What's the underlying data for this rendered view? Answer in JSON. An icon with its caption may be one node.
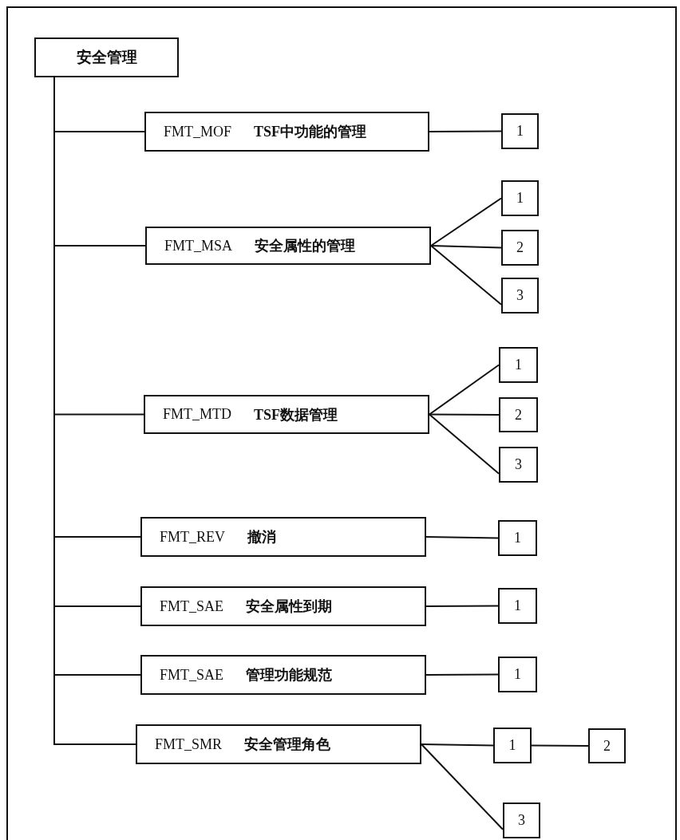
{
  "diagram": {
    "nodes": [
      {
        "text": [
          "安全管理"
        ]
      },
      {
        "text": [
          "FMT_MOF",
          "TSF中功能的管理"
        ]
      },
      {
        "text": [
          "1"
        ]
      },
      {
        "text": [
          "FMT_MSA",
          "安全属性的管理"
        ]
      },
      {
        "text": [
          "1"
        ]
      },
      {
        "text": [
          "2"
        ]
      },
      {
        "text": [
          "3"
        ]
      },
      {
        "text": [
          "FMT_MTD",
          "TSF数据管理"
        ]
      },
      {
        "text": [
          "1"
        ]
      },
      {
        "text": [
          "2"
        ]
      },
      {
        "text": [
          "3"
        ]
      },
      {
        "text": [
          "FMT_REV",
          "撤消"
        ]
      },
      {
        "text": [
          "1"
        ]
      },
      {
        "text": [
          "FMT_SAE",
          "安全属性到期"
        ]
      },
      {
        "text": [
          "1"
        ]
      },
      {
        "text": [
          "FMT_SAE",
          "管理功能规范"
        ]
      },
      {
        "text": [
          "1"
        ]
      },
      {
        "text": [
          "FMT_SMR",
          "安全管理角色"
        ]
      },
      {
        "text": [
          "1"
        ]
      },
      {
        "text": [
          "2"
        ]
      },
      {
        "text": [
          "3"
        ]
      }
    ],
    "edges": [
      {
        "from": 0,
        "to": 1,
        "arrow": "none"
      },
      {
        "from": 0,
        "to": 3,
        "arrow": "none"
      },
      {
        "from": 0,
        "to": 7,
        "arrow": "none"
      },
      {
        "from": 0,
        "to": 11,
        "arrow": "none"
      },
      {
        "from": 0,
        "to": 13,
        "arrow": "none"
      },
      {
        "from": 0,
        "to": 15,
        "arrow": "none"
      },
      {
        "from": 0,
        "to": 17,
        "arrow": "none"
      },
      {
        "from": 1,
        "to": 2,
        "arrow": "none"
      },
      {
        "from": 3,
        "to": 4,
        "arrow": "none"
      },
      {
        "from": 3,
        "to": 5,
        "arrow": "none"
      },
      {
        "from": 3,
        "to": 6,
        "arrow": "none"
      },
      {
        "from": 7,
        "to": 8,
        "arrow": "none"
      },
      {
        "from": 7,
        "to": 9,
        "arrow": "none"
      },
      {
        "from": 7,
        "to": 10,
        "arrow": "none"
      },
      {
        "from": 11,
        "to": 12,
        "arrow": "none"
      },
      {
        "from": 13,
        "to": 14,
        "arrow": "none"
      },
      {
        "from": 15,
        "to": 16,
        "arrow": "none"
      },
      {
        "from": 17,
        "to": 18,
        "arrow": "none"
      },
      {
        "from": 18,
        "to": 19,
        "arrow": "none"
      },
      {
        "from": 17,
        "to": 20,
        "arrow": "none"
      }
    ]
  }
}
